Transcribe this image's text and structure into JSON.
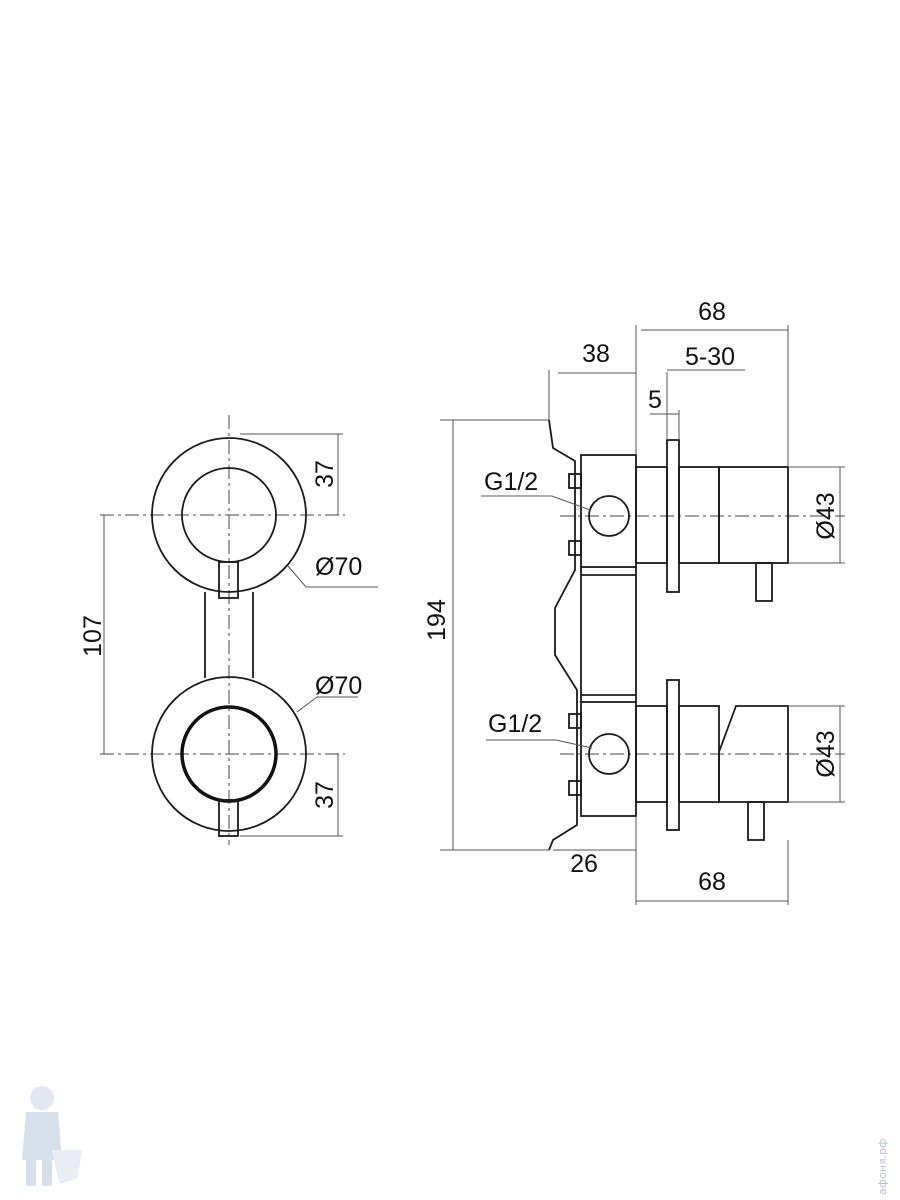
{
  "front_view": {
    "height_dim": "107",
    "top_handle_dim": "37",
    "bottom_handle_dim": "37",
    "top_diameter": "Ø70",
    "bottom_diameter": "Ø70"
  },
  "side_view": {
    "total_height": "194",
    "body_depth": "38",
    "total_depth_top": "68",
    "adjust_range": "5-30",
    "plate_thickness": "5",
    "top_connection": "G1/2",
    "bottom_connection": "G1/2",
    "top_handle_diameter": "Ø43",
    "bottom_handle_diameter": "Ø43",
    "bottom_offset": "26",
    "total_depth_bottom": "68"
  },
  "watermark": {
    "text": "афоня.рф"
  },
  "colors": {
    "line": "#1a1a1a",
    "dimension": "#555555",
    "watermark": "#b9c4d2"
  }
}
